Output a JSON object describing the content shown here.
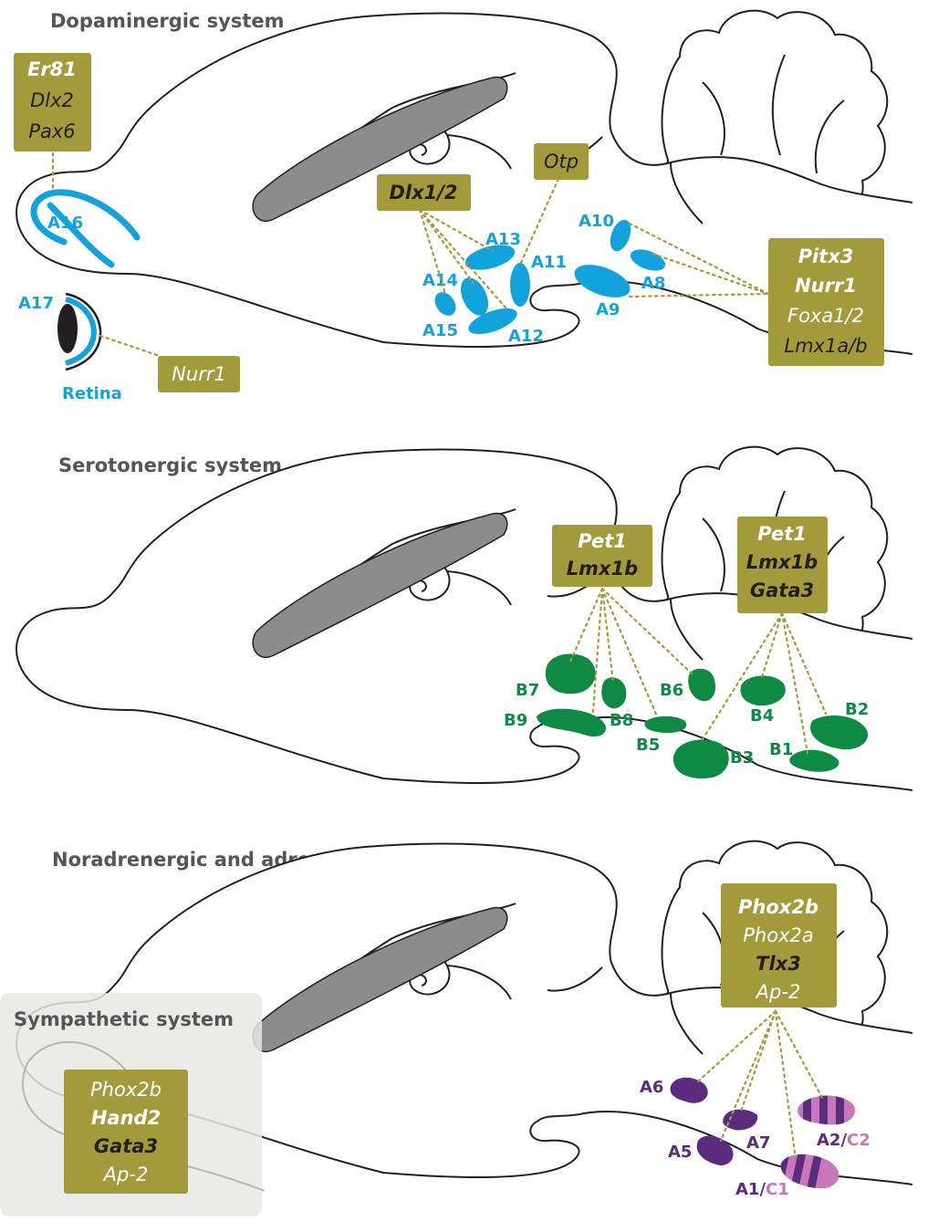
{
  "panels": {
    "dopaminergic": {
      "title": "Dopaminergic system",
      "genes": {
        "ob": [
          "Er81",
          "Dlx2",
          "Pax6"
        ],
        "dlx": [
          "Dlx1/2"
        ],
        "otp": [
          "Otp"
        ],
        "nurr_retina": [
          "Nurr1"
        ],
        "midbrain": [
          "Pitx3",
          "Nurr1",
          "Foxa1/2",
          "Lmx1a/b"
        ]
      },
      "labels": {
        "a16": "A16",
        "a17": "A17",
        "retina": "Retina",
        "a13": "A13",
        "a11": "A11",
        "a14": "A14",
        "a15": "A15",
        "a12": "A12",
        "a10": "A10",
        "a8": "A8",
        "a9": "A9"
      }
    },
    "serotonergic": {
      "title": "Serotonergic system",
      "genes": {
        "rostral": [
          "Pet1",
          "Lmx1b"
        ],
        "caudal": [
          "Pet1",
          "Lmx1b",
          "Gata3"
        ]
      },
      "labels": {
        "b7": "B7",
        "b9": "B9",
        "b8": "B8",
        "b6": "B6",
        "b5": "B5",
        "b4": "B4",
        "b3": "B3",
        "b2": "B2",
        "b1": "B1"
      }
    },
    "noradrenergic": {
      "title": "Noradrenergic and adrenergic system",
      "genes": {
        "hindbrain": [
          "Phox2b",
          "Phox2a",
          "Tlx3",
          "Ap-2"
        ]
      },
      "labels": {
        "a6": "A6",
        "a7": "A7",
        "a5": "A5",
        "a2": "A2",
        "c2": "C2",
        "a1": "A1",
        "c1": "C1",
        "slash": "/"
      }
    },
    "sympathetic": {
      "title": "Sympathetic system",
      "genes": [
        "Phox2b",
        "Hand2",
        "Gata3",
        "Ap-2"
      ]
    }
  },
  "colors": {
    "gene_box": "#a39a3b",
    "dopaminergic": "#13a3dc",
    "serotonergic": "#0e8a44",
    "noradrenergic": "#5b2b7d",
    "adrenergic": "#c878b8"
  }
}
